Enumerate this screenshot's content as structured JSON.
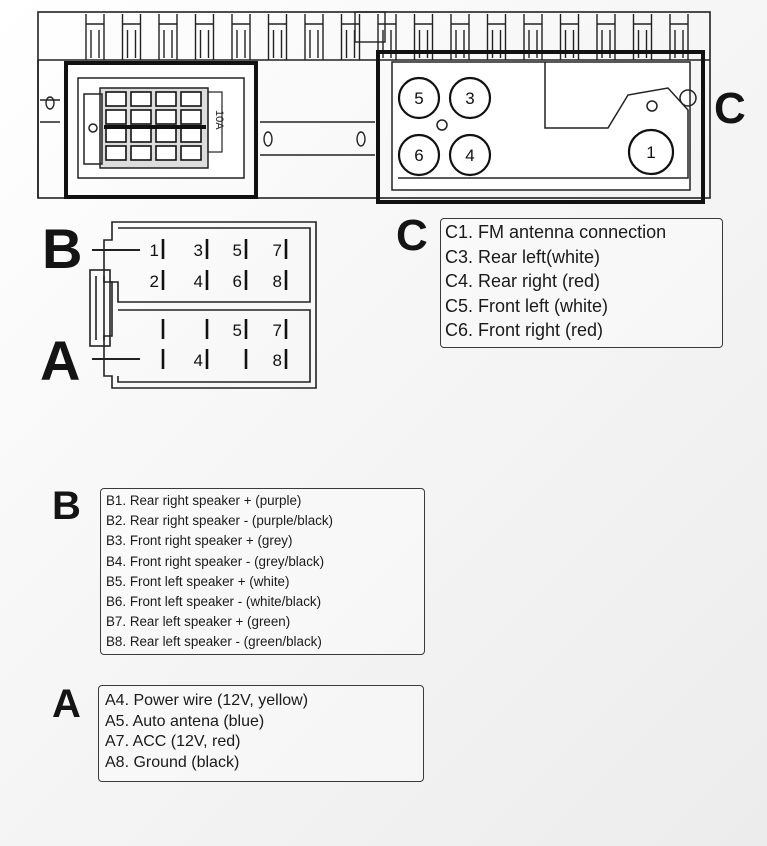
{
  "diagram": {
    "labels": {
      "a": "A",
      "b": "B",
      "c": "C"
    },
    "connector_c_numbers": [
      "5",
      "3",
      "6",
      "4",
      "1"
    ],
    "connector_b_pins": [
      "1",
      "3",
      "5",
      "7",
      "2",
      "4",
      "6",
      "8"
    ],
    "connector_a_pins": [
      "5",
      "7",
      "4",
      "8"
    ],
    "iso_marking": "10A"
  },
  "legend_c": {
    "items": [
      "C1. FM antenna connection",
      "C3. Rear left(white)",
      "C4. Rear right (red)",
      "C5. Front left (white)",
      "C6. Front right (red)"
    ]
  },
  "legend_b": {
    "items": [
      "B1. Rear right speaker + (purple)",
      "B2. Rear right speaker - (purple/black)",
      "B3. Front right speaker + (grey)",
      "B4. Front right speaker - (grey/black)",
      "B5. Front left speaker + (white)",
      "B6. Front left speaker - (white/black)",
      "B7. Rear left speaker + (green)",
      "B8. Rear left speaker - (green/black)"
    ]
  },
  "legend_a": {
    "items": [
      "A4. Power wire (12V, yellow)",
      "A5. Auto antena (blue)",
      "A7. ACC (12V, red)",
      "A8. Ground (black)"
    ]
  }
}
